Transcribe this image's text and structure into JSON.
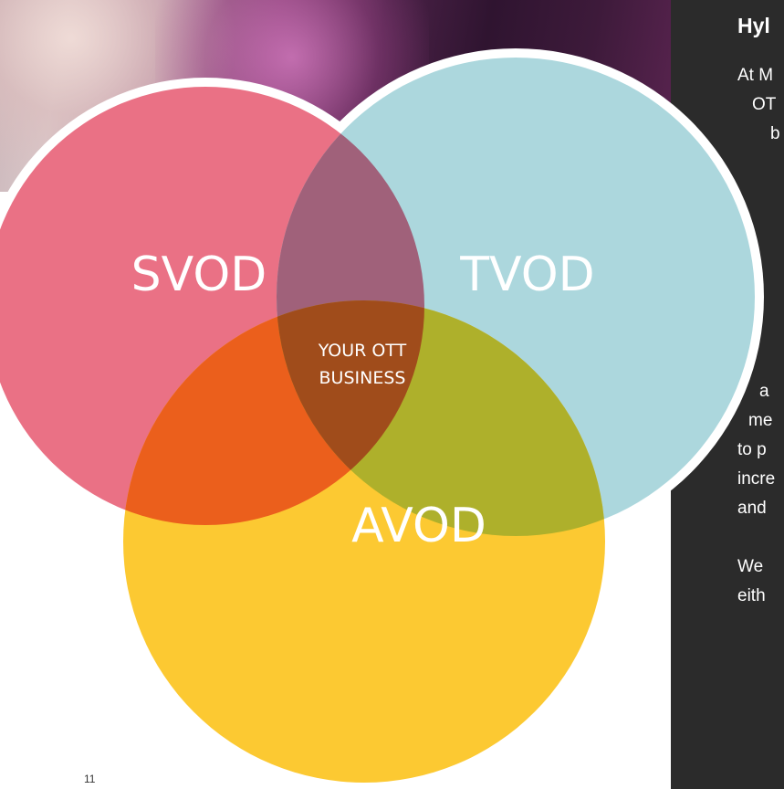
{
  "venn": {
    "circles": [
      {
        "label": "SVOD",
        "color": "#ea7185"
      },
      {
        "label": "TVOD",
        "color": "#acd7dd"
      },
      {
        "label": "AVOD",
        "color": "#fcc932"
      }
    ],
    "overlaps": {
      "svod_tvod": "#a0617a",
      "svod_avod": "#eb5f1c",
      "tvod_avod": "#aeb02b",
      "center": "#a04c1b"
    },
    "center_label_line1": "YOUR OTT",
    "center_label_line2": "BUSINESS"
  },
  "side_panel": {
    "heading": "Hyl",
    "lines": [
      "At M",
      "OT",
      "b",
      "a",
      "me",
      "to p",
      "incre",
      "and",
      "We",
      "eith"
    ],
    "background": "#2b2b2b"
  },
  "footer": {
    "page_number": "11"
  }
}
